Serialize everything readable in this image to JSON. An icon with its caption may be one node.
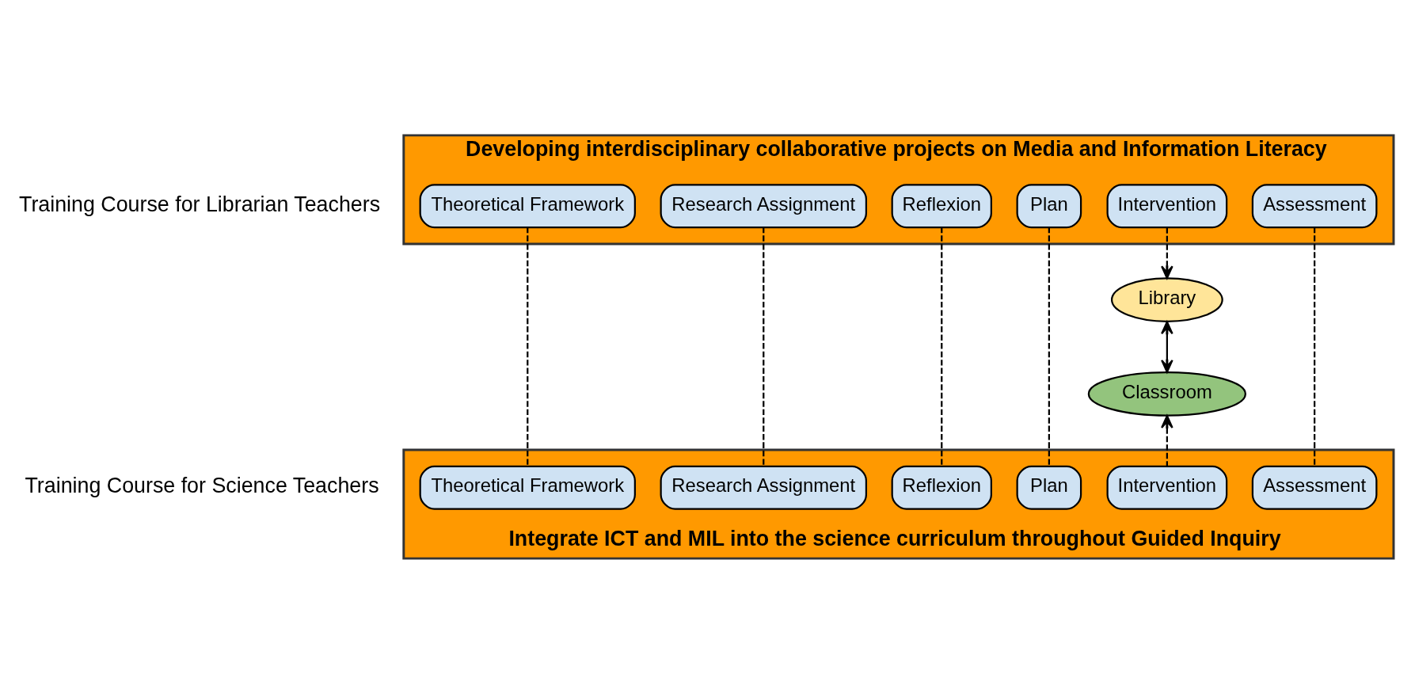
{
  "diagram": {
    "nodes": [
      {
        "text": [
          "Developing interdisciplinary collaborative projects on Media and Information Literacy"
        ],
        "beside": [
          "Training Course for Librarian Teachers"
        ]
      },
      {
        "text": [
          "Theoretical Framework"
        ],
        "in": 0
      },
      {
        "text": [
          "Research Assignment"
        ],
        "in": 0
      },
      {
        "text": [
          "Reflexion"
        ],
        "in": 0
      },
      {
        "text": [
          "Plan"
        ],
        "in": 0
      },
      {
        "text": [
          "Intervention"
        ],
        "in": 0
      },
      {
        "text": [
          "Assessment"
        ],
        "in": 0
      },
      {
        "text": [
          "Library"
        ]
      },
      {
        "text": [
          "Classroom"
        ]
      },
      {
        "text": [
          "Integrate ICT and MIL into the science curriculum throughout Guided Inquiry"
        ],
        "beside": [
          "Training Course for Science Teachers"
        ]
      },
      {
        "text": [
          "Theoretical Framework"
        ],
        "in": 9
      },
      {
        "text": [
          "Research Assignment"
        ],
        "in": 9
      },
      {
        "text": [
          "Reflexion"
        ],
        "in": 9
      },
      {
        "text": [
          "Plan"
        ],
        "in": 9
      },
      {
        "text": [
          "Intervention"
        ],
        "in": 9
      },
      {
        "text": [
          "Assessment"
        ],
        "in": 9
      }
    ],
    "edges": [
      {
        "from": 1,
        "to": 10,
        "arrow": "none",
        "style": "dashed"
      },
      {
        "from": 2,
        "to": 11,
        "arrow": "none",
        "style": "dashed"
      },
      {
        "from": 3,
        "to": 12,
        "arrow": "none",
        "style": "dashed"
      },
      {
        "from": 4,
        "to": 13,
        "arrow": "none",
        "style": "dashed"
      },
      {
        "from": 6,
        "to": 15,
        "arrow": "none",
        "style": "dashed"
      },
      {
        "from": 5,
        "to": 7,
        "arrow": "to",
        "style": "dashed"
      },
      {
        "from": 7,
        "to": 8,
        "arrow": "both"
      },
      {
        "from": 14,
        "to": 8,
        "arrow": "to",
        "style": "dashed"
      }
    ]
  }
}
